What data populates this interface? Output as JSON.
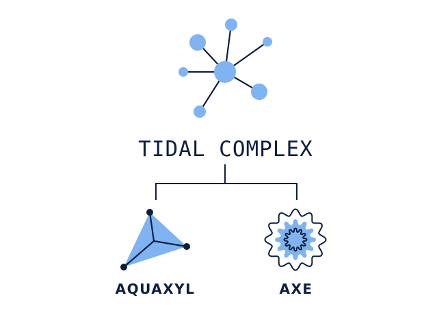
{
  "title": "TIDAL COMPLEX",
  "children": [
    {
      "label": "AQUAXYL",
      "icon": "tetrahedron-icon"
    },
    {
      "label": "AXE",
      "icon": "wavy-burst-icon"
    }
  ],
  "colors": {
    "dark": "#0e1f3d",
    "accent": "#7fb3f2"
  }
}
